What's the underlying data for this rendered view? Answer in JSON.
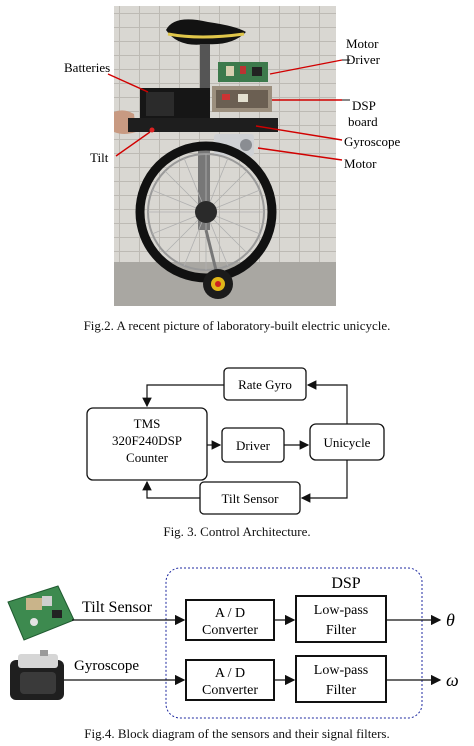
{
  "figure2": {
    "labels": {
      "motor_driver": [
        "Motor",
        "Driver"
      ],
      "batteries": "Batteries",
      "dsp_board": [
        "DSP",
        "board"
      ],
      "gyroscope": "Gyroscope",
      "tilt": "Tilt",
      "motor": "Motor"
    },
    "caption": "Fig.2. A recent picture of laboratory-built electric unicycle."
  },
  "figure3": {
    "blocks": {
      "rate_gyro": "Rate Gyro",
      "dsp": [
        "TMS",
        "320F240DSP",
        "Counter"
      ],
      "driver": "Driver",
      "unicycle": "Unicycle",
      "tilt_sensor": "Tilt Sensor"
    },
    "caption": "Fig. 3. Control Architecture."
  },
  "figure4": {
    "dsp_label": "DSP",
    "tilt_sensor": "Tilt Sensor",
    "gyroscope": "Gyroscope",
    "ad_converter": [
      "A / D",
      "Converter"
    ],
    "low_pass_filter": [
      "Low-pass",
      "Filter"
    ],
    "output_theta": "θ",
    "output_omega": "ω",
    "caption": "Fig.4. Block diagram of the sensors and their signal filters."
  }
}
